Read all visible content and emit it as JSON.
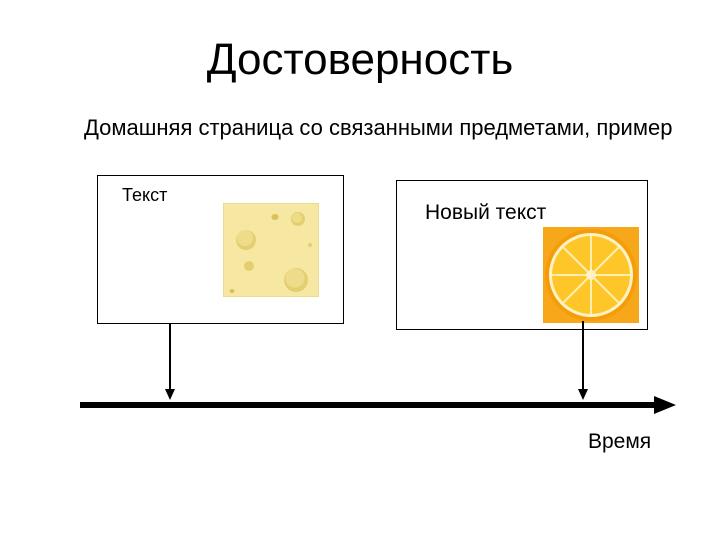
{
  "slide": {
    "title": "Достоверность",
    "subtitle": "Домашняя страница со связанными предметами, пример"
  },
  "cards": {
    "left": {
      "label": "Текст",
      "image_icon": "cheese-slice"
    },
    "right": {
      "label": "Новый текст",
      "image_icon": "orange-slice"
    }
  },
  "timeline": {
    "label": "Время"
  },
  "colors": {
    "cheese": "#f6e7a2",
    "cheese_hole": "#e9d57a",
    "orange_rind": "#f59c0a",
    "orange_flesh": "#ffc629",
    "axis": "#000000"
  }
}
